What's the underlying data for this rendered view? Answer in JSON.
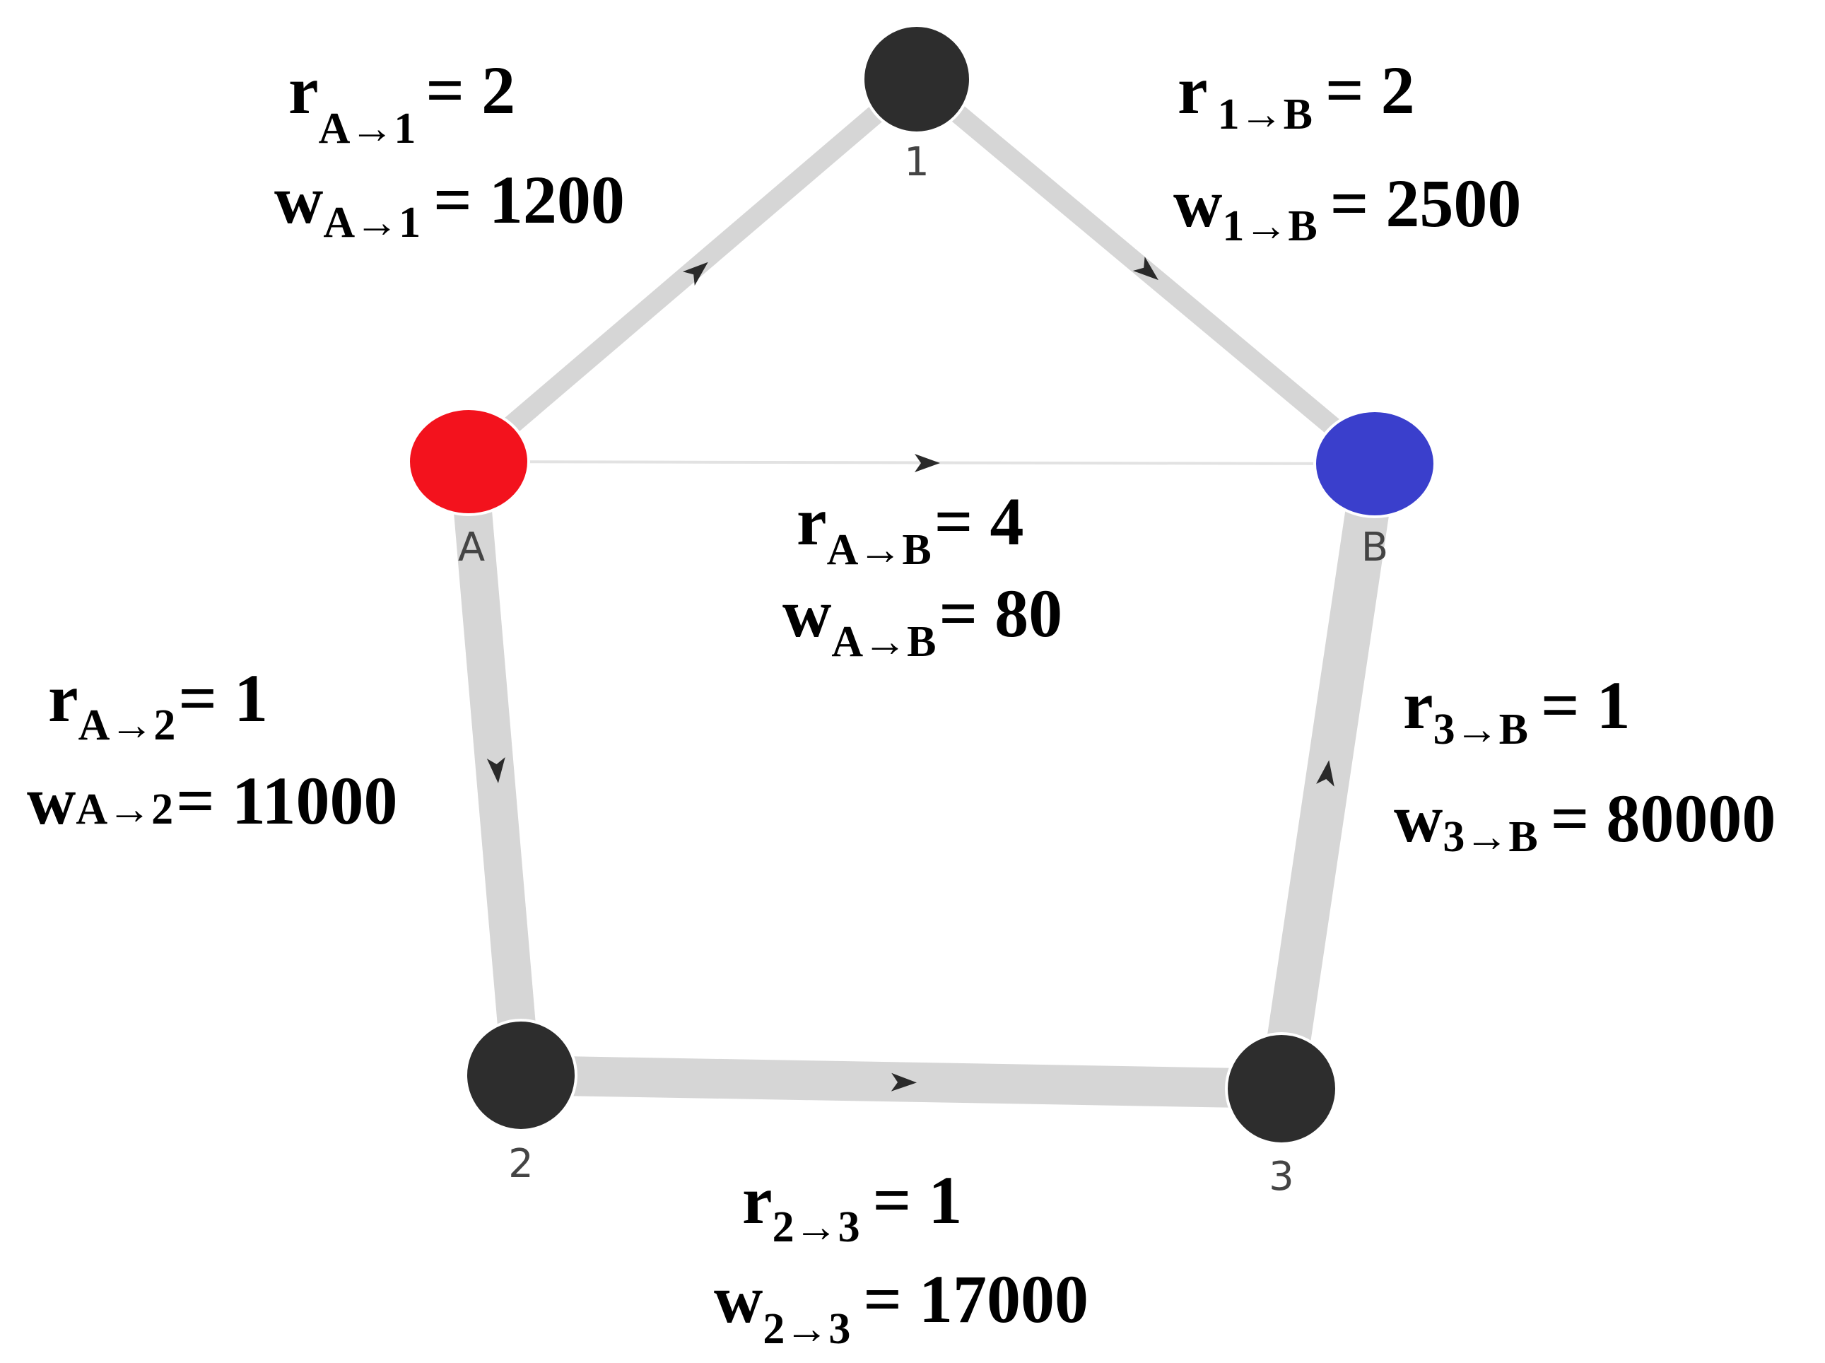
{
  "colors": {
    "edge": "#d6d6d6",
    "edge_thin": "#e2e2e2",
    "arrow": "#2a2a2a",
    "node_default": "#2d2d2d",
    "node_source": "#f3121d",
    "node_sink": "#3a3fcc",
    "node_stroke": "#ffffff"
  },
  "nodes": [
    {
      "id": "1",
      "label": "1",
      "role": "intermediate",
      "color": "#2d2d2d"
    },
    {
      "id": "A",
      "label": "A",
      "role": "source",
      "color": "#f3121d"
    },
    {
      "id": "B",
      "label": "B",
      "role": "sink",
      "color": "#3a3fcc"
    },
    {
      "id": "2",
      "label": "2",
      "role": "intermediate",
      "color": "#2d2d2d"
    },
    {
      "id": "3",
      "label": "3",
      "role": "intermediate",
      "color": "#2d2d2d"
    }
  ],
  "edges": [
    {
      "id": "A-1",
      "from": "A",
      "to": "1",
      "r": {
        "symbol": "r",
        "sub": "A→1",
        "value": "= 2"
      },
      "w": {
        "symbol": "w",
        "sub": "A→1",
        "value": "= 1200"
      }
    },
    {
      "id": "1-B",
      "from": "1",
      "to": "B",
      "r": {
        "symbol": "r",
        "sub": "1→B",
        "value": "= 2"
      },
      "w": {
        "symbol": "w",
        "sub": "1→B",
        "value": "= 2500"
      }
    },
    {
      "id": "A-B",
      "from": "A",
      "to": "B",
      "r": {
        "symbol": "r",
        "sub": "A→B",
        "value": "= 4"
      },
      "w": {
        "symbol": "w",
        "sub": "A→B",
        "value": "= 80"
      }
    },
    {
      "id": "A-2",
      "from": "A",
      "to": "2",
      "r": {
        "symbol": "r",
        "sub": "A→2",
        "value": "= 1"
      },
      "w": {
        "symbol": "w",
        "sub": "A→2",
        "value": "= 11000"
      }
    },
    {
      "id": "3-B",
      "from": "3",
      "to": "B",
      "r": {
        "symbol": "r",
        "sub": "3→B",
        "value": "= 1"
      },
      "w": {
        "symbol": "w",
        "sub": "3→B",
        "value": "= 80000"
      }
    },
    {
      "id": "2-3",
      "from": "2",
      "to": "3",
      "r": {
        "symbol": "r",
        "sub": "2→3",
        "value": "= 1"
      },
      "w": {
        "symbol": "w",
        "sub": "2→3",
        "value": "= 17000"
      }
    }
  ]
}
